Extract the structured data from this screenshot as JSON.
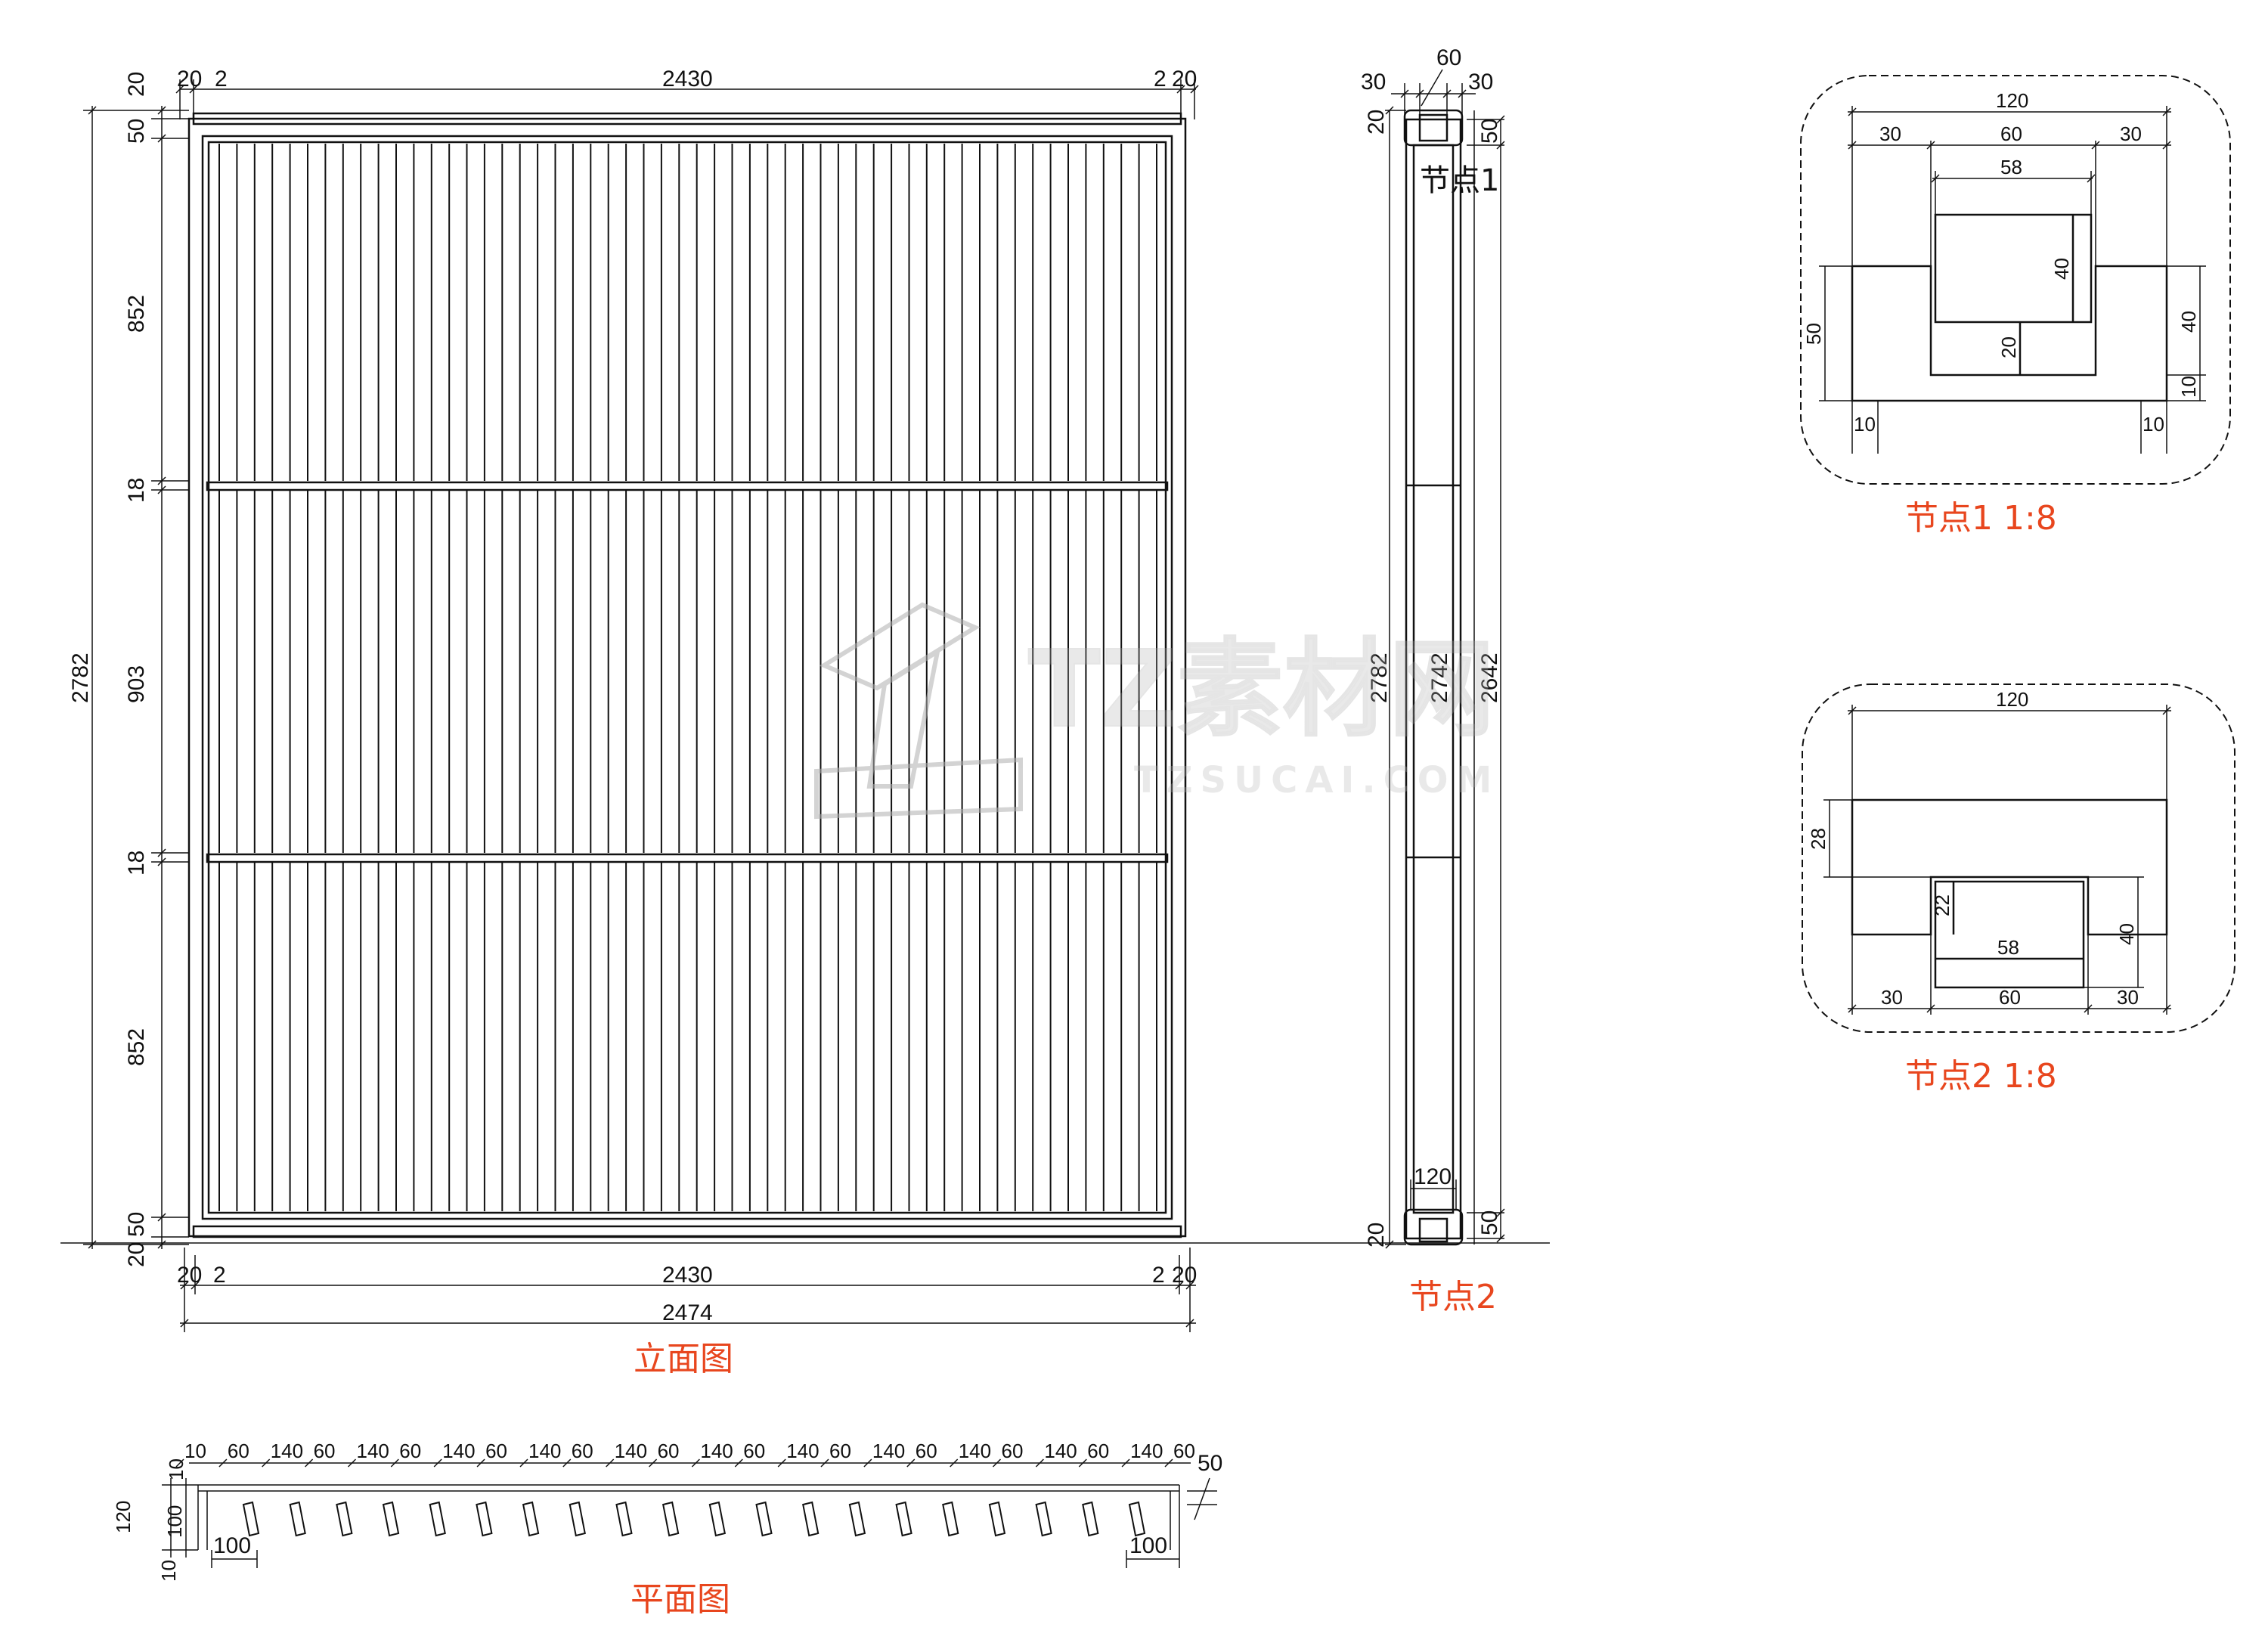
{
  "elevation": {
    "title": "立面图",
    "top_dims": [
      "20",
      "2",
      "2430",
      "2",
      "20"
    ],
    "bottom_dims": [
      "20",
      "2",
      "2430",
      "2",
      "20"
    ],
    "overall_width": "2474",
    "overall_height": "2782",
    "left_dims": [
      "20",
      "50",
      "852",
      "18",
      "903",
      "18",
      "852",
      "50",
      "20"
    ],
    "bars_per_row": 54
  },
  "side": {
    "top_dims": [
      "30",
      "60",
      "30"
    ],
    "right_top_dims": [
      "20",
      "50"
    ],
    "right_bottom_dims": [
      "50",
      "20"
    ],
    "vert_dims": [
      "2782",
      "2742",
      "2642"
    ],
    "width_dim": "120",
    "node1_label": "节点1",
    "node2_label": "节点2"
  },
  "node1": {
    "title": "节点1 1:8",
    "dims": {
      "overall": "120",
      "left": "30",
      "mid": "60",
      "right": "30",
      "inner": "58",
      "h_left": "50",
      "inner_h": "40",
      "slot": "20",
      "h_right": "40",
      "foot_right": "10",
      "foot_l": "10",
      "foot_r": "10"
    }
  },
  "node2": {
    "title": "节点2 1:8",
    "dims": {
      "overall": "120",
      "top_h": "28",
      "slot_h": "22",
      "inner": "58",
      "right_h": "40",
      "left": "30",
      "mid": "60",
      "right": "30"
    }
  },
  "plan": {
    "title": "平面图",
    "top_dims": [
      "10",
      "60",
      "140",
      "60",
      "140",
      "60",
      "140",
      "60",
      "140",
      "60",
      "140",
      "60",
      "140",
      "60",
      "140",
      "60",
      "140",
      "60",
      "140",
      "60",
      "140",
      "60",
      "140",
      "60"
    ],
    "right_dim": "50",
    "left_dims": [
      "10",
      "120",
      "100",
      "10"
    ],
    "bottom_left": "100",
    "bottom_right": "100",
    "louver_count": 20
  },
  "watermark": {
    "brand": "TZ素材网",
    "url": "TZSUCAI.COM"
  }
}
